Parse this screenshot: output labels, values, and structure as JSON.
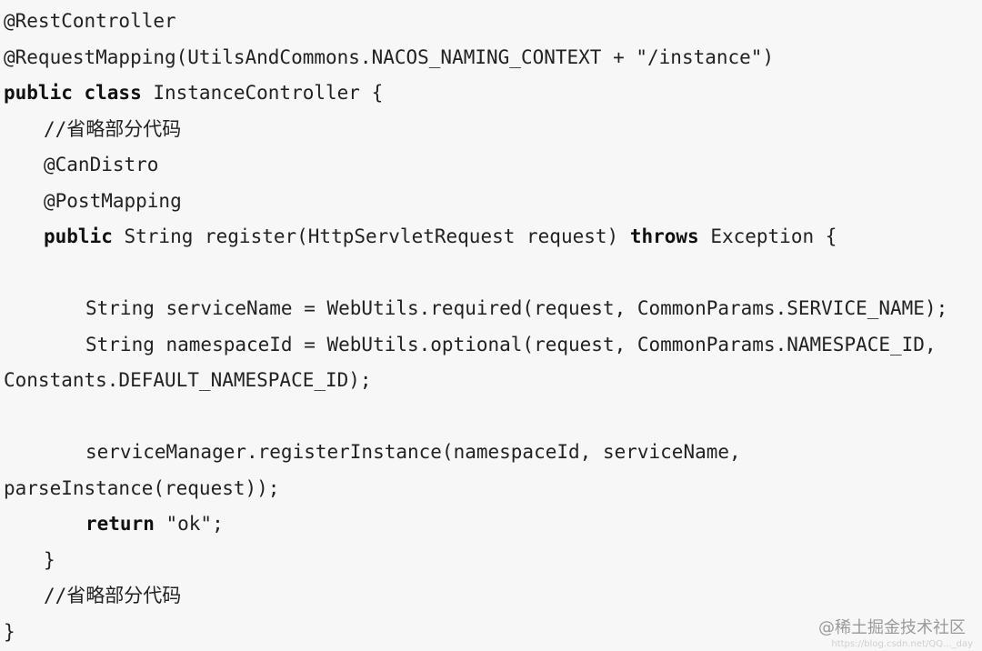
{
  "code": {
    "l1": "@RestController",
    "l2": "@RequestMapping(UtilsAndCommons.NACOS_NAMING_CONTEXT + \"/instance\")",
    "l3_kw": "public class",
    "l3_rest": " InstanceController {",
    "l4": "//省略部分代码",
    "l5": "@CanDistro",
    "l6": "@PostMapping",
    "l7_kw1": "public",
    "l7_mid": " String register(HttpServletRequest request) ",
    "l7_kw2": "throws",
    "l7_end": " Exception {",
    "l8": "",
    "l9": "String serviceName = WebUtils.required(request, CommonParams.SERVICE_NAME);",
    "l10": "String namespaceId = WebUtils.optional(request, CommonParams.NAMESPACE_ID,",
    "l11": "Constants.DEFAULT_NAMESPACE_ID);",
    "l12": "",
    "l13": "serviceManager.registerInstance(namespaceId, serviceName,",
    "l14": "parseInstance(request));",
    "l15_kw": "return",
    "l15_rest": " \"ok\";",
    "l16": "}",
    "l17": "//省略部分代码",
    "l18": "}"
  },
  "watermark": {
    "text": "@稀土掘金技术社区",
    "faint_url": "https://blog.csdn.net/QQ..._day"
  }
}
